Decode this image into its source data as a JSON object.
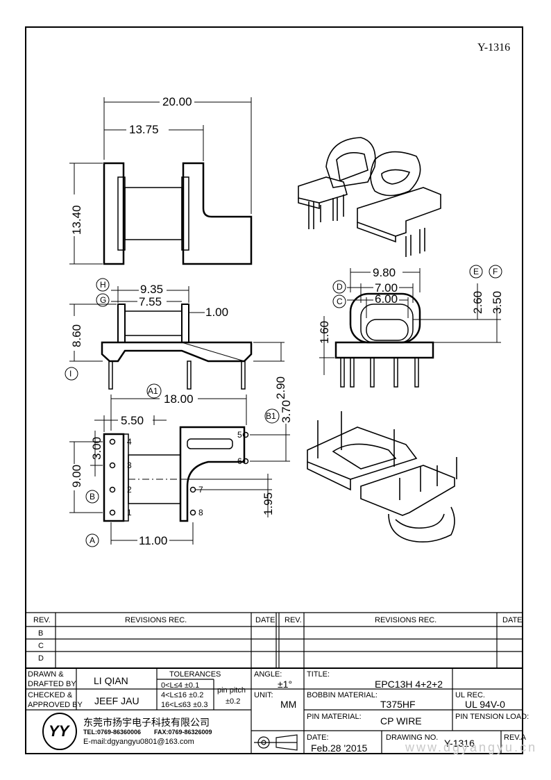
{
  "drawing_number_top": "Y-1316",
  "dimensions": {
    "top_overall_width": "20.00",
    "top_inner_width": "13.75",
    "top_height": "13.40",
    "side_w1": "9.35",
    "side_w2": "7.55",
    "side_t": "1.00",
    "side_h": "8.60",
    "side_pin": "2.90",
    "end_w1": "9.80",
    "end_w2": "7.00",
    "end_w3": "6.00",
    "end_h1": "2.60",
    "end_h2": "3.50",
    "end_h3": "1.60",
    "bot_len": "18.00",
    "bot_offset": "5.50",
    "bot_pitch": "3.00",
    "bot_span": "9.00",
    "bot_base": "11.00",
    "bot_b1": "3.70",
    "bot_195": "1.95"
  },
  "markers": {
    "A": "A",
    "A1": "A1",
    "B": "B",
    "B1": "B1",
    "C": "C",
    "D": "D",
    "E": "E",
    "F": "F",
    "G": "G",
    "H": "H",
    "I": "I"
  },
  "pins": [
    "1",
    "2",
    "3",
    "4",
    "5",
    "6",
    "7",
    "8"
  ],
  "revisions": {
    "col_rev": "REV.",
    "col_rec": "REVISIONS   REC.",
    "col_date": "DATE",
    "rows": [
      "B",
      "C",
      "D"
    ]
  },
  "title_block": {
    "drawn_label": "DRAWN  &",
    "drafted_label": "DRAFTED BY",
    "drawn_name": "LI QIAN",
    "checked_label": "CHECKED &",
    "approved_label": "APPROVED BY",
    "checked_name": "JEEF JAU",
    "tolerances_label": "TOLERANCES",
    "tol1": "0<L≤4   ±0.1",
    "tol2": "4<L≤16  ±0.2",
    "tol3": "16<L≤63  ±0.3",
    "pin_pitch_label": "pin pitch",
    "pin_pitch_value": "±0.2",
    "angle_label": "ANGLE:",
    "angle_value": "±1°",
    "unit_label": "UNIT:",
    "unit_value": "MM",
    "title_label": "TITLE:",
    "title_value": "EPC13H  4+2+2",
    "bobbin_label": "BOBBIN MATERIAL:",
    "bobbin_value": "T375HF",
    "ul_label": "UL REC.",
    "ul_value": "UL 94V-0",
    "pin_mat_label": "PIN MATERIAL:",
    "pin_mat_value": "CP WIRE",
    "pin_tension_label": "PIN TENSION LOAD:",
    "date_label": "DATE:",
    "date_value": "Feb.28 '2015",
    "drawing_no_label": "DRAWING NO.",
    "drawing_no_value": "Y-1316",
    "rev_label": "REV.A",
    "company_cn": "东莞市扬宇电子科技有限公司",
    "tel": "TEL:0769-86360006",
    "fax": "FAX:0769-86326009",
    "email": "E-mail:dgyangyu0801@163.com",
    "logo_text": "YY"
  },
  "watermark": "www.dgyangyu.cn"
}
